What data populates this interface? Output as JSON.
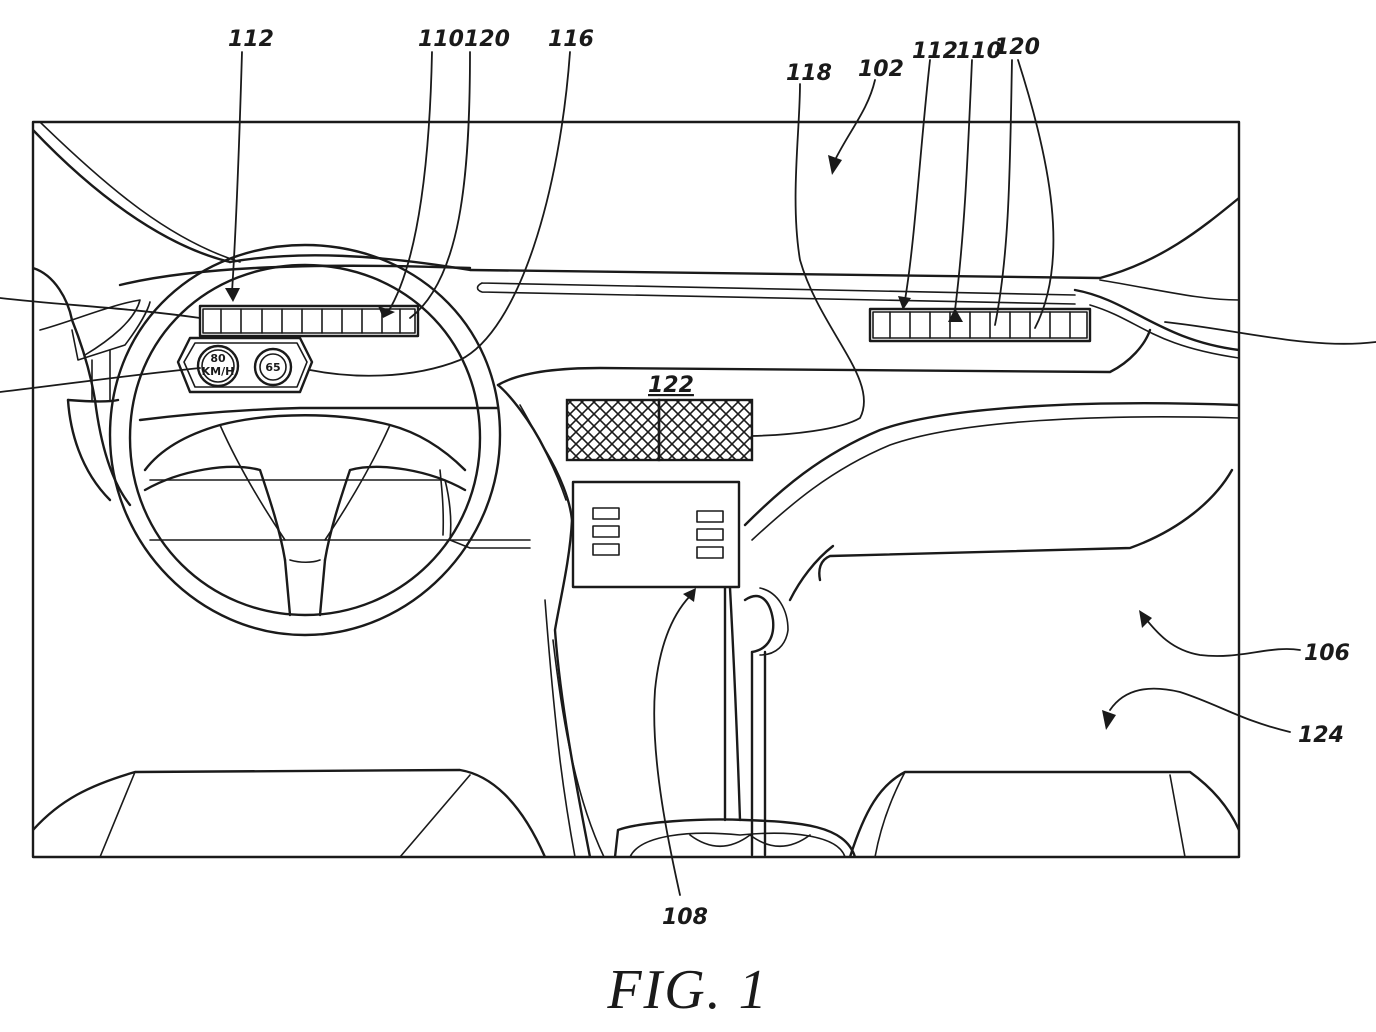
{
  "figure": {
    "caption": "FIG. 1",
    "speed_gauge": {
      "line1": "80",
      "line2": "KM/H"
    },
    "limit_gauge": {
      "value": "65"
    },
    "labels": {
      "r112a": "112",
      "r110a": "110",
      "r120a": "120",
      "r116": "116",
      "r118": "118",
      "r102": "102",
      "r112b": "112",
      "r110b": "110",
      "r120b": "120",
      "r122": "122",
      "r106": "106",
      "r124": "124",
      "r108": "108"
    }
  }
}
